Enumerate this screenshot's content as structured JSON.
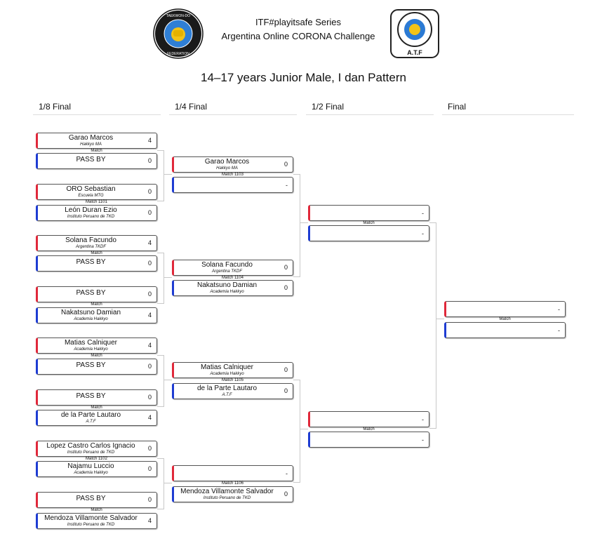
{
  "header": {
    "line1": "ITF#playitsafe Series",
    "line2": "Argentina Online CORONA Challenge",
    "subtitle": "14–17 years Junior Male, I dan Pattern",
    "logo_left_text": "INTERNATIONAL TAEKWON-DO FEDERATION",
    "logo_right_text": "A.T.F"
  },
  "rounds": [
    "1/8 Final",
    "1/4 Final",
    "1/2 Final",
    "Final"
  ],
  "r16": [
    {
      "red": {
        "name": "Garao Marcos",
        "club": "Hakkyo MA",
        "score": "4"
      },
      "blue": {
        "name": "PASS BY",
        "club": "",
        "score": "0"
      },
      "label": "Match"
    },
    {
      "red": {
        "name": "ORO Sebastian",
        "club": "Escuela MTG",
        "score": "0"
      },
      "blue": {
        "name": "León Duran Ezio",
        "club": "Instituto Peruano de TKD",
        "score": "0"
      },
      "label": "Match 1101"
    },
    {
      "red": {
        "name": "Solana Facundo",
        "club": "Argentina TKDF",
        "score": "4"
      },
      "blue": {
        "name": "PASS BY",
        "club": "",
        "score": "0"
      },
      "label": "Match"
    },
    {
      "red": {
        "name": "PASS BY",
        "club": "",
        "score": "0"
      },
      "blue": {
        "name": "Nakatsuno Damian",
        "club": "Academia Hakkyo",
        "score": "4"
      },
      "label": "Match"
    },
    {
      "red": {
        "name": "Matias Calniquer",
        "club": "Academia Hakkyo",
        "score": "4"
      },
      "blue": {
        "name": "PASS BY",
        "club": "",
        "score": "0"
      },
      "label": "Match"
    },
    {
      "red": {
        "name": "PASS BY",
        "club": "",
        "score": "0"
      },
      "blue": {
        "name": "de la Parte Lautaro",
        "club": "A.T.F",
        "score": "4"
      },
      "label": "Match"
    },
    {
      "red": {
        "name": "Lopez Castro Carlos Ignacio",
        "club": "Instituto Peruano de TKD",
        "score": "0"
      },
      "blue": {
        "name": "Najamu Luccio",
        "club": "Academia Hakkyo",
        "score": "0"
      },
      "label": "Match 1102"
    },
    {
      "red": {
        "name": "PASS BY",
        "club": "",
        "score": "0"
      },
      "blue": {
        "name": "Mendoza Villamonte Salvador",
        "club": "Instituto Peruano de TKD",
        "score": "4"
      },
      "label": "Match"
    }
  ],
  "qf": [
    {
      "red": {
        "name": "Garao Marcos",
        "club": "Hakkyo MA",
        "score": "0"
      },
      "blue": {
        "name": "",
        "club": "",
        "score": "-"
      },
      "label": "Match 1103"
    },
    {
      "red": {
        "name": "Solana Facundo",
        "club": "Argentina TKDF",
        "score": "0"
      },
      "blue": {
        "name": "Nakatsuno Damian",
        "club": "Academia Hakkyo",
        "score": "0"
      },
      "label": "Match 1104"
    },
    {
      "red": {
        "name": "Matias Calniquer",
        "club": "Academia Hakkyo",
        "score": "0"
      },
      "blue": {
        "name": "de la Parte Lautaro",
        "club": "A.T.F",
        "score": "0"
      },
      "label": "Match 1105"
    },
    {
      "red": {
        "name": "",
        "club": "",
        "score": "-"
      },
      "blue": {
        "name": "Mendoza Villamonte Salvador",
        "club": "Instituto Peruano de TKD",
        "score": "0"
      },
      "label": "Match 1106"
    }
  ],
  "sf": [
    {
      "red": {
        "name": "",
        "club": "",
        "score": "-"
      },
      "blue": {
        "name": "",
        "club": "",
        "score": "-"
      },
      "label": "Match"
    },
    {
      "red": {
        "name": "",
        "club": "",
        "score": "-"
      },
      "blue": {
        "name": "",
        "club": "",
        "score": "-"
      },
      "label": "Match"
    }
  ],
  "final": [
    {
      "red": {
        "name": "",
        "club": "",
        "score": "-"
      },
      "blue": {
        "name": "",
        "club": "",
        "score": "-"
      },
      "label": "Match"
    }
  ]
}
